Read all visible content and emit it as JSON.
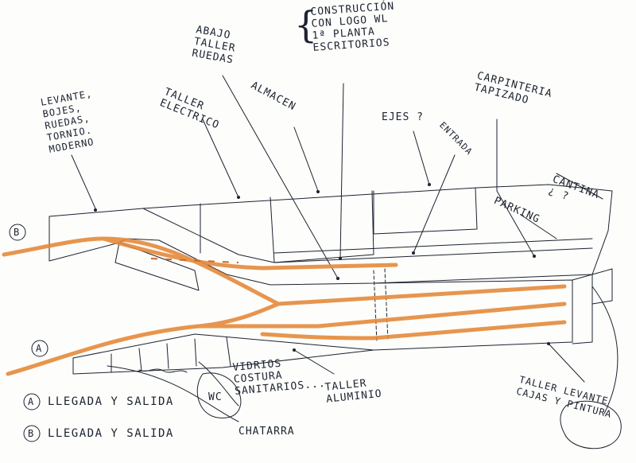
{
  "labels": {
    "construccion": "CONSTRUCCIÓN\nCON LOGO WL\n1ª PLANTA\nESCRITORIOS",
    "abajo": "ABAJO\nTALLER\nRUEDAS",
    "taller_electrico": "TALLER\nELECTRICO",
    "almacen": "ALMACEN",
    "ejes": "EJES ?",
    "entrada": "ENTRADA",
    "carpinteria": "CARPINTERIA\nTAPIZADO",
    "levante_bojes": "LEVANTE,\nBOJES,\nRUEDAS,\nTORNIO.\nMODERNO",
    "cantina": "CANTINA\n¿ ?",
    "parking": "PARKING",
    "vidrios": "VIDRIOS\nCOSTURA\nSANITARIOS...",
    "wc": "WC",
    "chatarra": "CHATARRA",
    "taller_aluminio": "TALLER\nALUMINIO",
    "taller_levante": "TALLER LEVANTE\nCAJAS Y PINTURA",
    "marker_b": "B",
    "marker_a": "A"
  },
  "legend": [
    {
      "key": "A",
      "text": "LLEGADA Y SALIDA"
    },
    {
      "key": "B",
      "text": "LLEGADA Y SALIDA"
    }
  ],
  "colors": {
    "ink": "#1c2230",
    "track": "#e58a3c",
    "track_dark": "#c96a24"
  }
}
